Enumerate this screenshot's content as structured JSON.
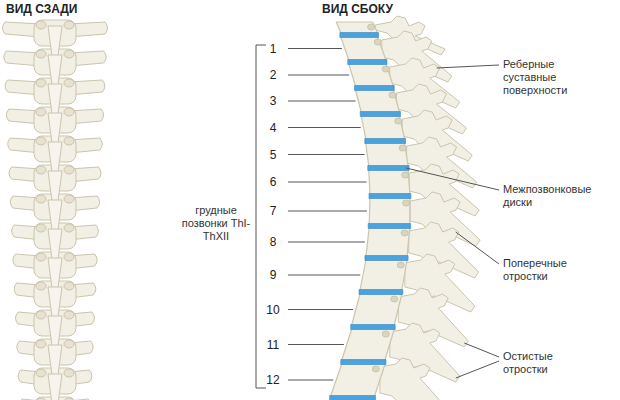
{
  "diagram": {
    "labels": [
      "ВИД СЗАДИ",
      "ВИД СБОКУ",
      "1",
      "2",
      "3",
      "4",
      "5",
      "6",
      "7",
      "8",
      "9",
      "10",
      "11",
      "12",
      "грудные позвонки ThI-ThXII",
      "Реберные суставные поверхности",
      "Межпозвонковые диски",
      "Поперечные отростки",
      "Остистые отростки"
    ]
  }
}
